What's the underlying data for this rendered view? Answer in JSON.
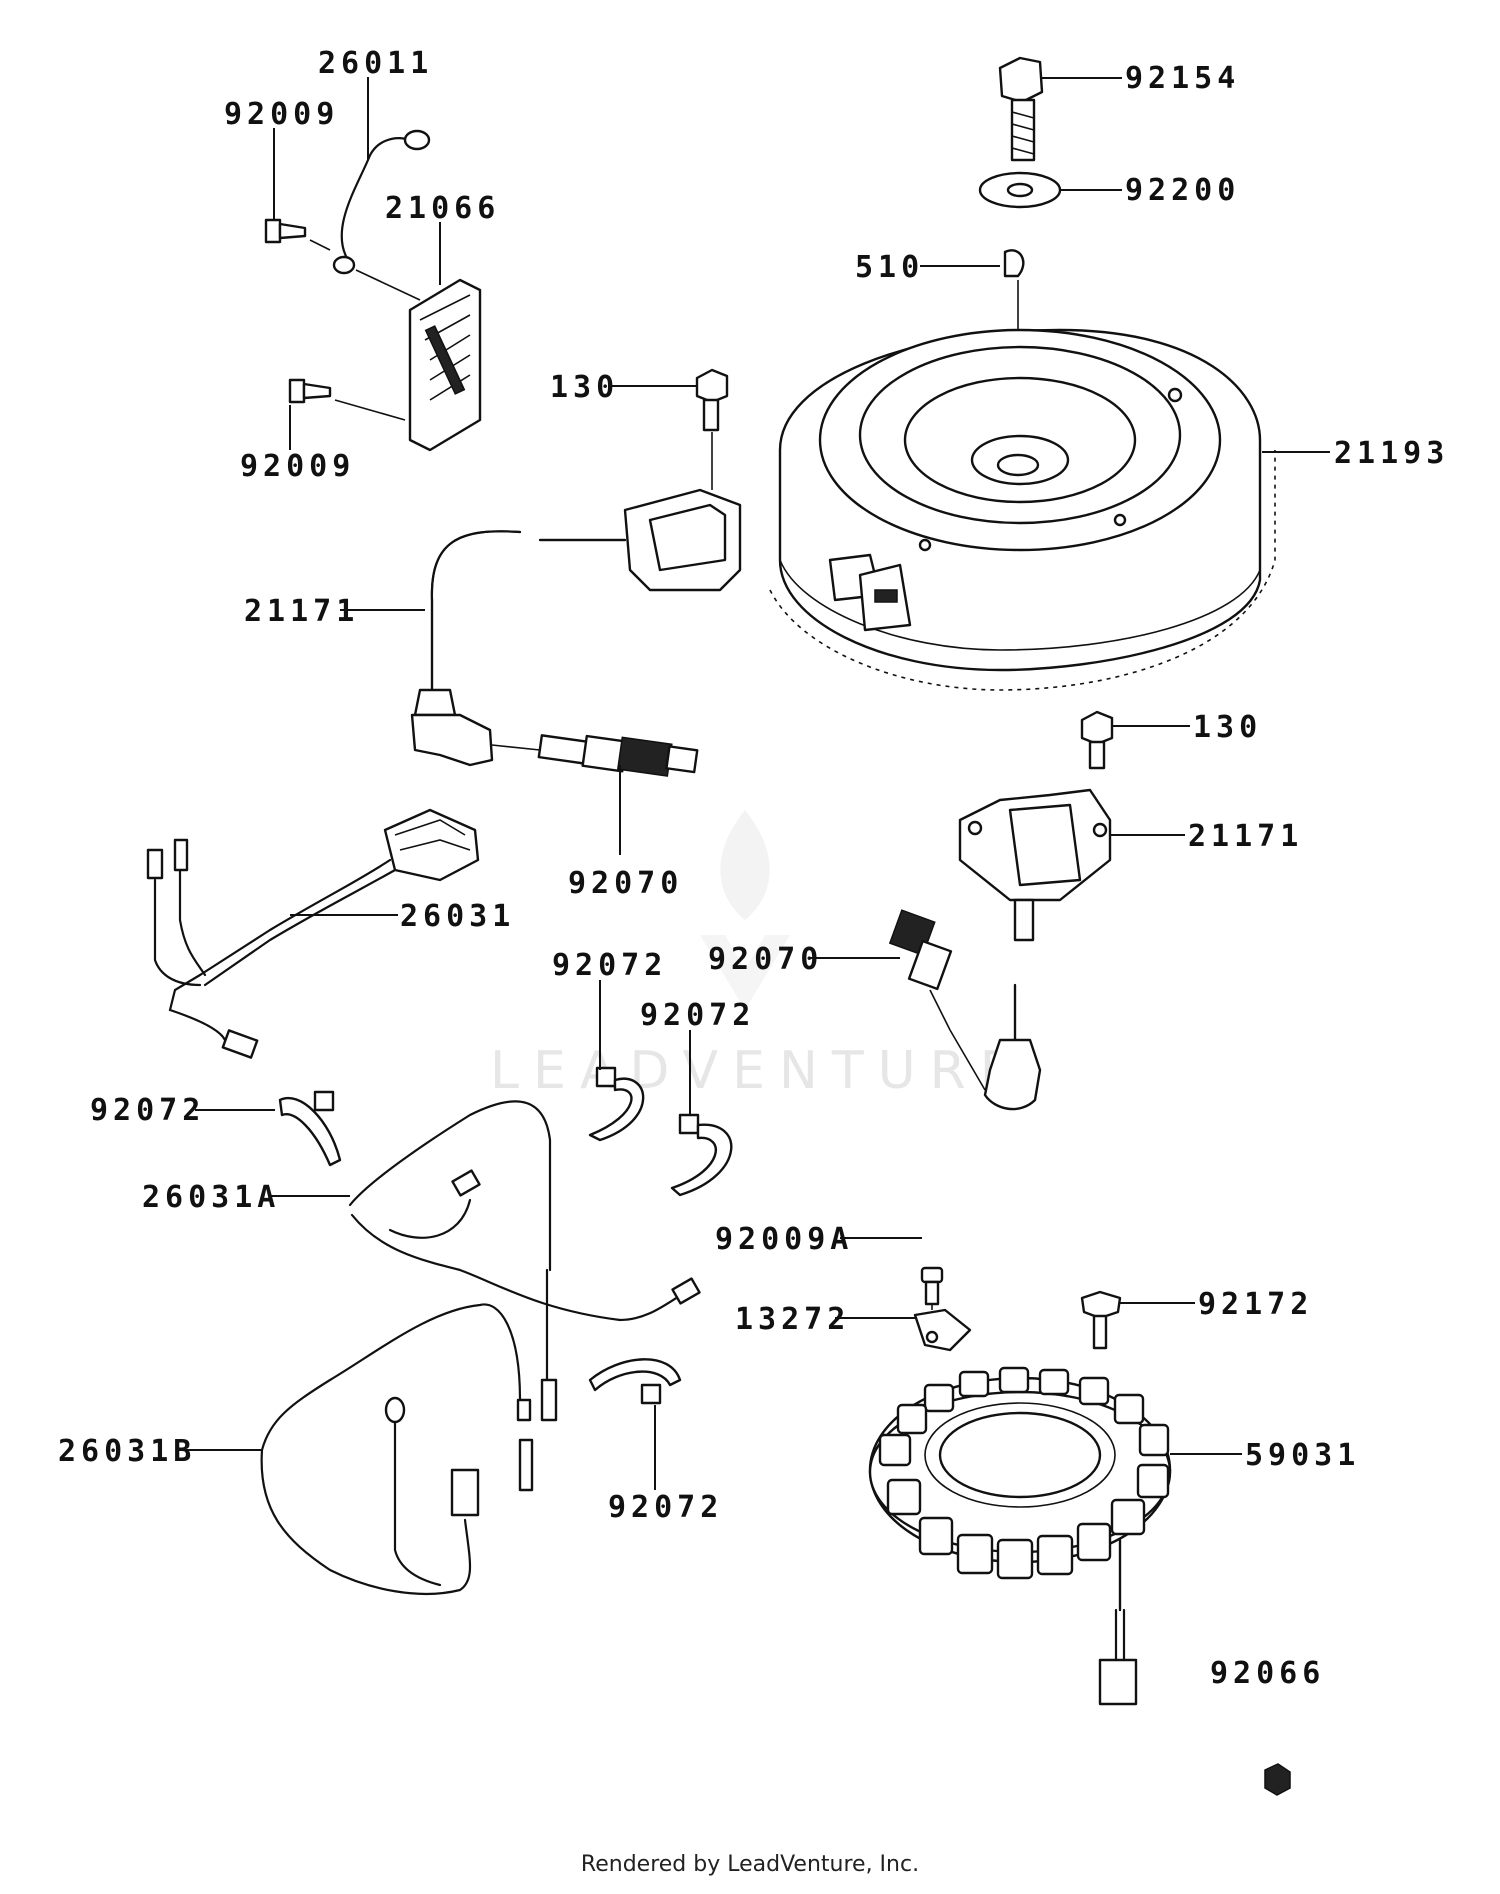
{
  "labels": {
    "p26011": "26011",
    "p92009_top": "92009",
    "p21066": "21066",
    "p92009_bottom": "92009",
    "p92154": "92154",
    "p92200": "92200",
    "p510": "510",
    "p130_top": "130",
    "p21193": "21193",
    "p21171_left": "21171",
    "p130_right": "130",
    "p21171_right": "21171",
    "p92070_center": "92070",
    "p26031": "26031",
    "p92072_a": "92072",
    "p92070_right": "92070",
    "p92072_b": "92072",
    "p92072_c": "92072",
    "p26031A": "26031A",
    "p92009A": "92009A",
    "p13272": "13272",
    "p92172": "92172",
    "p26031B": "26031B",
    "p59031": "59031",
    "p92072_d": "92072",
    "p92066": "92066"
  },
  "watermark": "LEADVENTURE",
  "footer": "Rendered by LeadVenture, Inc."
}
